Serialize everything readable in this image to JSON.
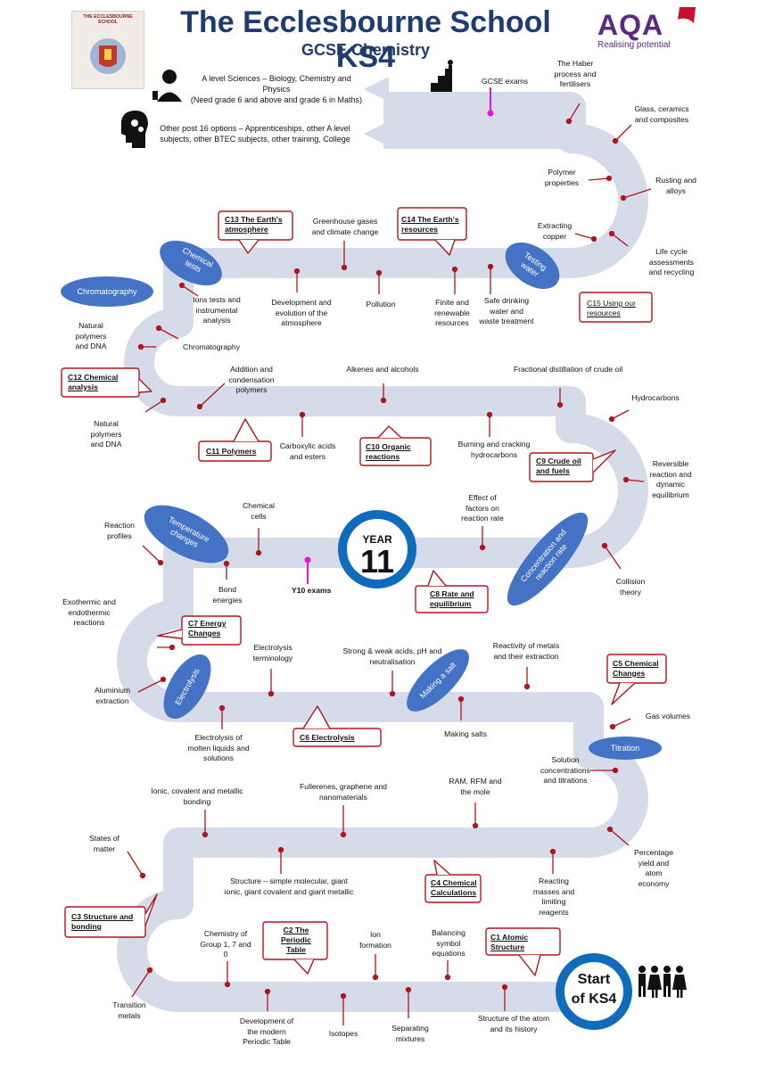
{
  "header": {
    "title": "The Ecclesbourne School KS4",
    "subtitle": "GCSE Chemistry",
    "school_badge": "THE ECCLESBOURNE SCHOOL",
    "aqa_logo": "AQA",
    "aqa_tagline": "Realising potential"
  },
  "routes": {
    "a_level_line1": "A level Sciences – Biology, Chemistry and Physics",
    "a_level_line2": "(Need grade 6 and above and grade 6 in Maths)",
    "other_line1": "Other post 16 options – Apprenticeships, other A level",
    "other_line2": "subjects, other BTEC subjects, other training, College"
  },
  "exams": {
    "gcse": "GCSE exams",
    "y10": "Y10 exams"
  },
  "year": {
    "label": "YEAR",
    "number": "11"
  },
  "start": {
    "line1": "Start",
    "line2": "of KS4"
  },
  "units": {
    "c1": "C1 Atomic Structure",
    "c2": "C2 The Periodic Table",
    "c3": "C3 Structure and bonding",
    "c4": "C4 Chemical Calculations",
    "c5": "C5 Chemical Changes",
    "c6": "C6 Electrolysis",
    "c7": "C7 Energy Changes",
    "c8": "C8 Rate and equilibrium",
    "c9": "C9 Crude oil and fuels",
    "c10": "C10 Organic reactions",
    "c11": "C11 Polymers",
    "c12": "C12 Chemical analysis",
    "c13": "C13 The Earth's atmosphere",
    "c14": "C14 The Earth's resources",
    "c15": "C15 Using our resources"
  },
  "practicals": {
    "chemical_tests": "Chemical tests",
    "chromatography": "Chromatography",
    "testing_water": "Testing water",
    "temperature_changes": "Temperature changes",
    "concentration": "Concentration and reaction rate",
    "electrolysis": "Electrolysis",
    "making_salt": "Making a salt",
    "titration": "Titration"
  },
  "topics": {
    "haber": "The Haber process and fertilisers",
    "glass": "Glass, ceramics and composites",
    "polymer_properties": "Polymer properties",
    "rusting": "Rusting and alloys",
    "extracting_copper": "Extracting copper",
    "life_cycle": "Life cycle assessments and recycling",
    "greenhouse": "Greenhouse gases and climate change",
    "ions_tests": "Ions tests and instrumental analysis",
    "development_atmos": "Development and evolution of the atmosphere",
    "pollution": "Pollution",
    "finite": "Finite and renewable resources",
    "safe_water": "Safe drinking water and waste treatment",
    "natural_polymers_a": "Natural polymers and DNA",
    "chromatography_topic": "Chromatography",
    "addition_condensation": "Addition and condensation polymers",
    "alkenes": "Alkenes and alcohols",
    "fractional": "Fractional distillation of crude oil",
    "hydrocarbons": "Hydrocarbons",
    "natural_polymers_b": "Natural polymers and DNA",
    "carboxylic": "Carboxylic acids and esters",
    "burning": "Burning and cracking hydrocarbons",
    "reversible": "Reversible reaction and dynamic equilibrium",
    "effect_factors": "Effect of factors on reaction rate",
    "chemical_cells": "Chemical cells",
    "reaction_profiles": "Reaction profiles",
    "bond_energies": "Bond energies",
    "collision": "Collision theory",
    "exothermic": "Exothermic and endothermic reactions",
    "electrolysis_term": "Electrolysis terminology",
    "strong_weak": "Strong & weak acids, pH and neutralisation",
    "reactivity": "Reactivity of metals and their extraction",
    "aluminium": "Aluminium extraction",
    "electrolysis_molten": "Electrolysis of molten liquids and solutions",
    "making_salts": "Making salts",
    "gas_volumes": "Gas volumes",
    "solution_conc": "Solution concentrations and titrations",
    "ionic": "Ionic, covalent and metallic bonding",
    "fullerenes": "Fullerenes, graphene and nanomaterials",
    "ram": "RAM, RFM and the mole",
    "states": "States of matter",
    "structure_simple": "Structure – simple molecular, giant ionic, giant covalent and giant metallic",
    "reacting_masses": "Reacting masses and limiting reagents",
    "percentage_yield": "Percentage yield and atom economy",
    "chem_groups": "Chemistry of Group 1, 7 and 0",
    "ion_formation": "Ion formation",
    "balancing": "Balancing symbol equations",
    "transition": "Transition metals",
    "development_pt": "Development of the modern Periodic Table",
    "isotopes": "Isotopes",
    "separating": "Separating mixtures",
    "structure_atom": "Structure of the atom and its history"
  },
  "colors": {
    "road": "#d6dbe9",
    "title": "#1f3b70",
    "oval": "#4472c4",
    "circle": "#0f6cbd",
    "pin": "#b0141c",
    "exam_pin": "#e317d3",
    "aqa": "#5a2a82",
    "box_border": "#b0141c"
  }
}
